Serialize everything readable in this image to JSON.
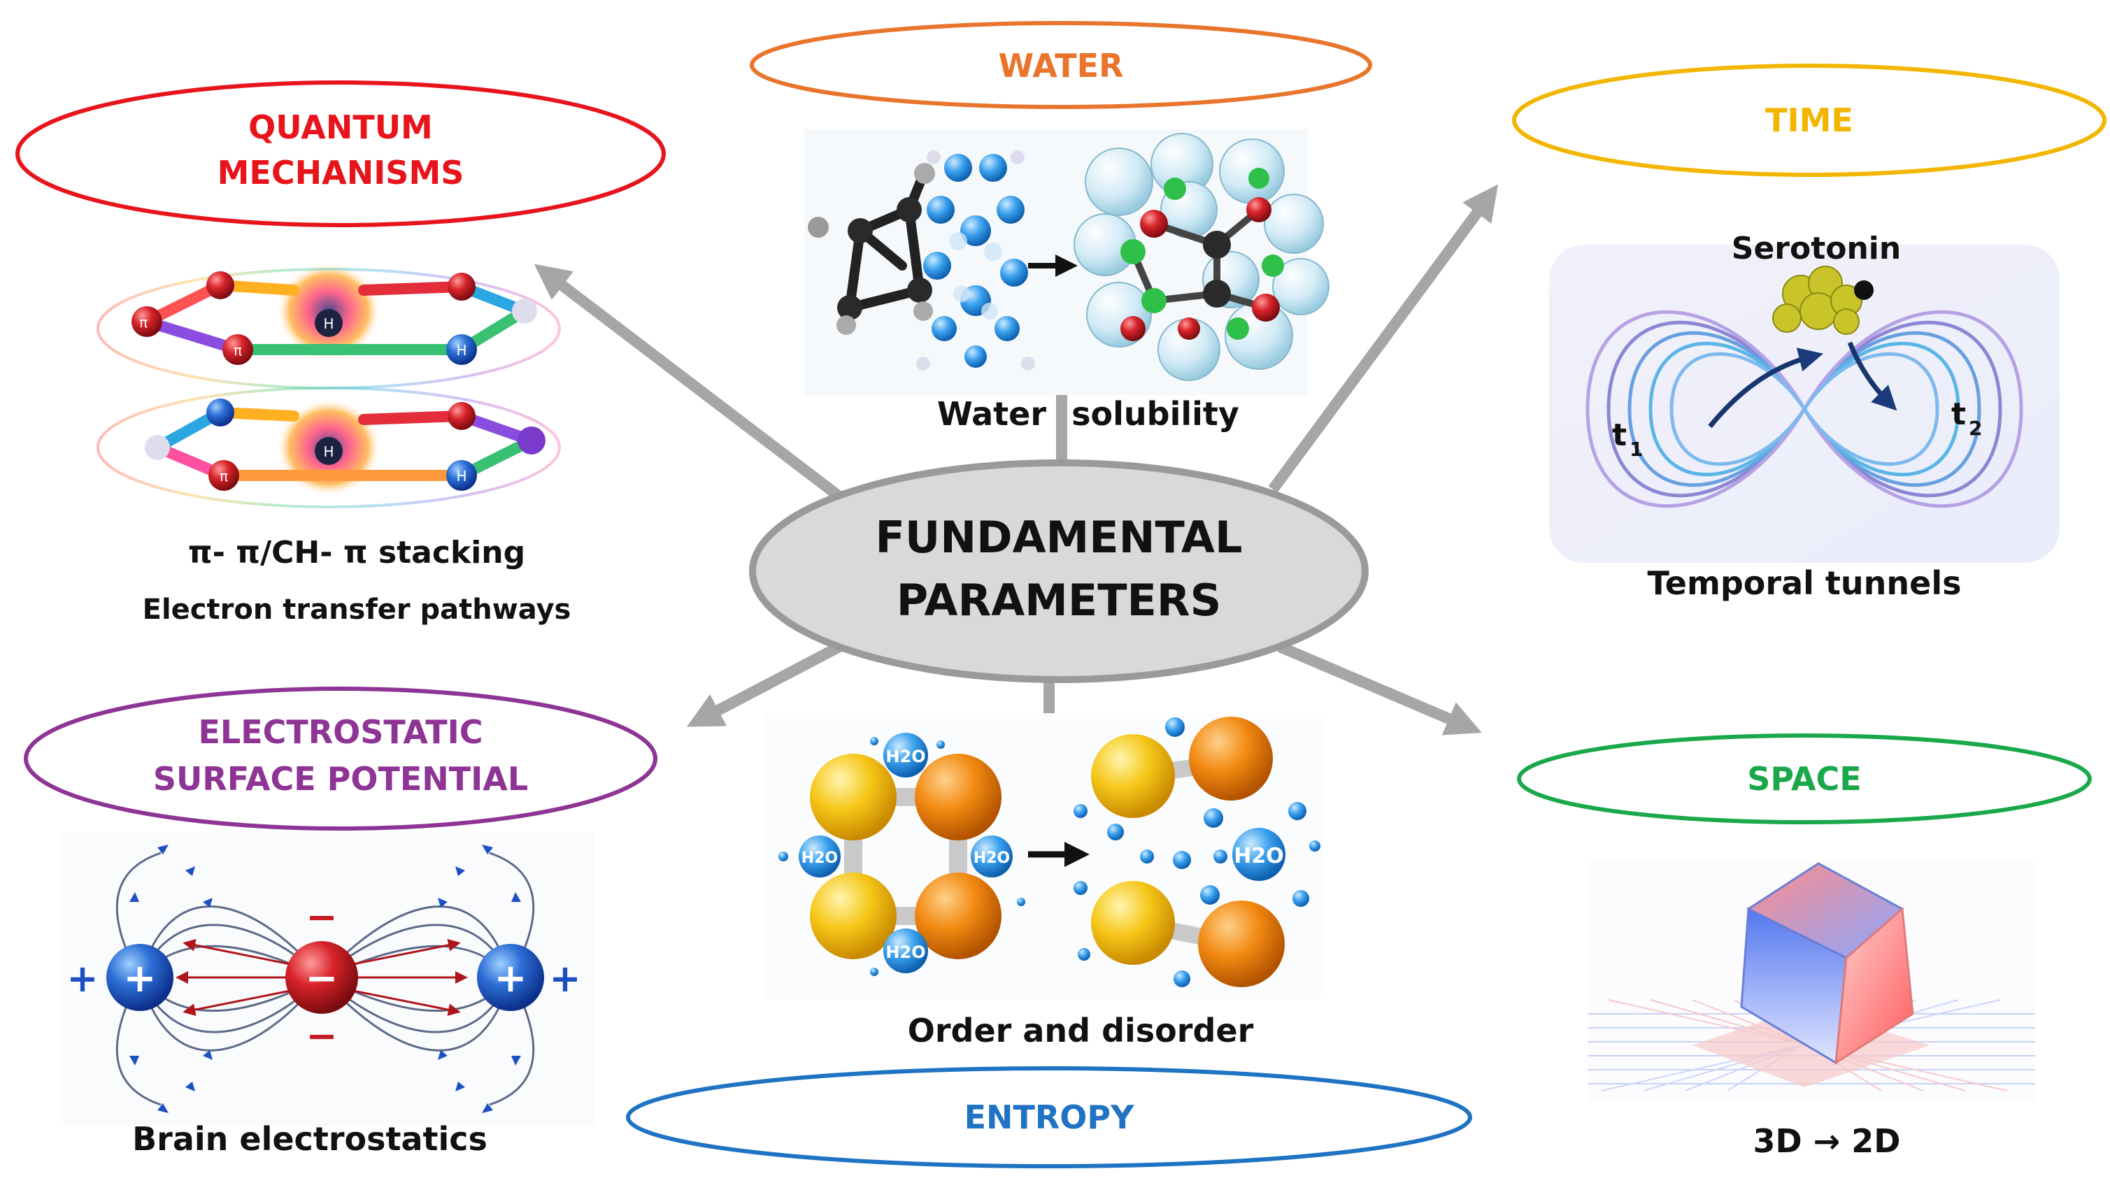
{
  "center": {
    "line1": "FUNDAMENTAL",
    "line2": "PARAMETERS"
  },
  "colors": {
    "quantum": "#e8141c",
    "water": "#e9752d",
    "time": "#f2b600",
    "electrostatic": "#8e3495",
    "space": "#1aa84a",
    "entropy": "#1f73c2",
    "arrow": "#a6a6a6",
    "center_fill": "#d9d9d9",
    "center_stroke": "#9a9a9a"
  },
  "nodes": {
    "quantum": {
      "title_line1": "QUANTUM",
      "title_line2": "MECHANISMS",
      "caption1": "π- π/CH- π stacking",
      "caption2": "Electron transfer pathways",
      "atom_label_pi": "π",
      "atom_label_h": "H"
    },
    "water": {
      "title": "WATER",
      "caption_a": "Water",
      "caption_b": "solubility"
    },
    "time": {
      "title": "TIME",
      "label_molecule": "Serotonin",
      "label_t1": "t",
      "label_t1_sub": "1",
      "label_t2": "t",
      "label_t2_sub": "2",
      "caption": "Temporal tunnels"
    },
    "electrostatic": {
      "title_line1": "ELECTROSTATIC",
      "title_line2": "SURFACE POTENTIAL",
      "caption": "Brain electrostatics",
      "plus": "+",
      "minus": "−"
    },
    "space": {
      "title": "SPACE",
      "caption": "3D → 2D"
    },
    "entropy": {
      "title": "ENTROPY",
      "caption": "Order and disorder",
      "molecule_label": "H2O"
    }
  }
}
